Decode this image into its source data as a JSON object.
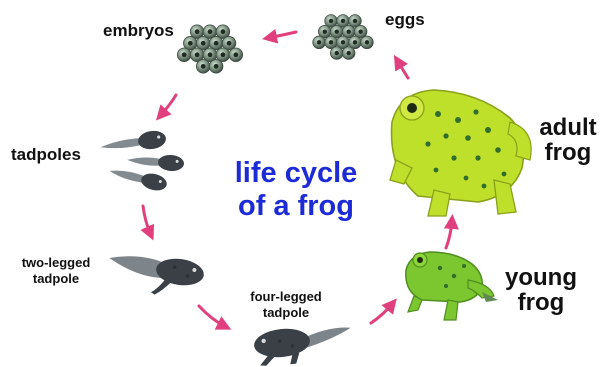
{
  "title": {
    "line1": "life cycle",
    "line2": "of a frog"
  },
  "stages": {
    "eggs": {
      "label": "eggs"
    },
    "embryos": {
      "label": "embryos"
    },
    "tadpoles": {
      "label": "tadpoles"
    },
    "two_legged": {
      "line1": "two-legged",
      "line2": "tadpole"
    },
    "four_legged": {
      "line1": "four-legged",
      "line2": "tadpole"
    },
    "young_frog": {
      "line1": "young",
      "line2": "frog"
    },
    "adult_frog": {
      "line1": "adult",
      "line2": "frog"
    }
  },
  "cycle_order": [
    "eggs",
    "embryos",
    "tadpoles",
    "two-legged tadpole",
    "four-legged tadpole",
    "young frog",
    "adult frog"
  ],
  "colors": {
    "title": "#1c2bd6",
    "arrow": "#e0407e",
    "adult_frog": "#bfe02a",
    "young_frog": "#7cc630",
    "frog_spots": "#2f6e2c",
    "tadpole": "#3a4046",
    "egg": "#5f6f62"
  }
}
